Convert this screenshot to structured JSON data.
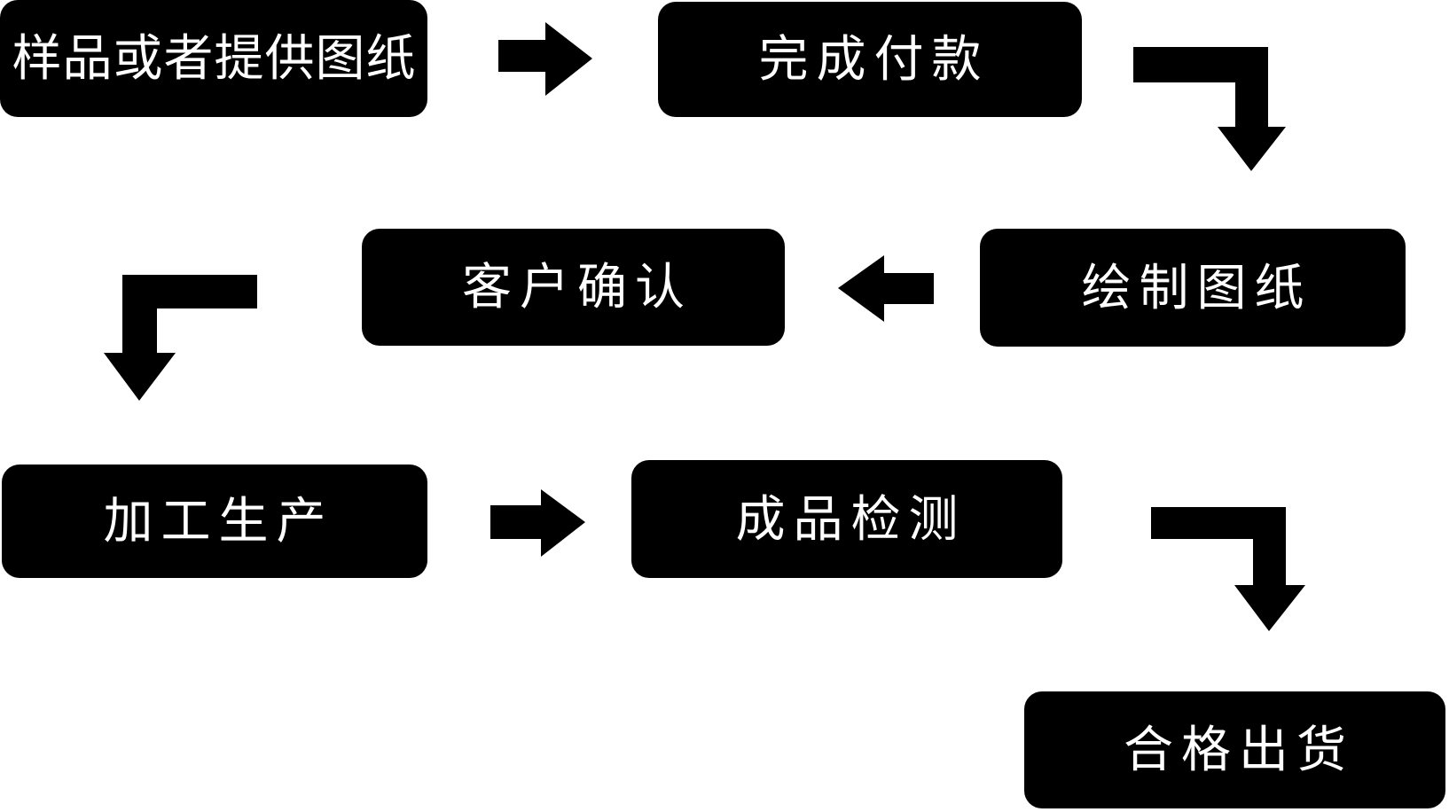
{
  "diagram": {
    "type": "flowchart",
    "background_color": "#ffffff",
    "node_fill": "#000000",
    "node_text_color": "#ffffff",
    "arrow_color": "#000000",
    "steps": [
      {
        "id": "step-1",
        "label": "样品或者提供图纸"
      },
      {
        "id": "step-2",
        "label": "完成付款"
      },
      {
        "id": "step-3",
        "label": "绘制图纸"
      },
      {
        "id": "step-4",
        "label": "客户确认"
      },
      {
        "id": "step-5",
        "label": "加工生产"
      },
      {
        "id": "step-6",
        "label": "成品检测"
      },
      {
        "id": "step-7",
        "label": "合格出货"
      }
    ],
    "connections": [
      {
        "from": "样品或者提供图纸",
        "to": "完成付款",
        "shape": "straight-right-arrow"
      },
      {
        "from": "完成付款",
        "to": "绘制图纸",
        "shape": "elbow-right-then-down-arrow"
      },
      {
        "from": "绘制图纸",
        "to": "客户确认",
        "shape": "straight-left-arrow"
      },
      {
        "from": "客户确认",
        "to": "加工生产",
        "shape": "elbow-left-then-down-arrow"
      },
      {
        "from": "加工生产",
        "to": "成品检测",
        "shape": "straight-right-arrow"
      },
      {
        "from": "成品检测",
        "to": "合格出货",
        "shape": "elbow-right-then-down-arrow"
      }
    ]
  }
}
